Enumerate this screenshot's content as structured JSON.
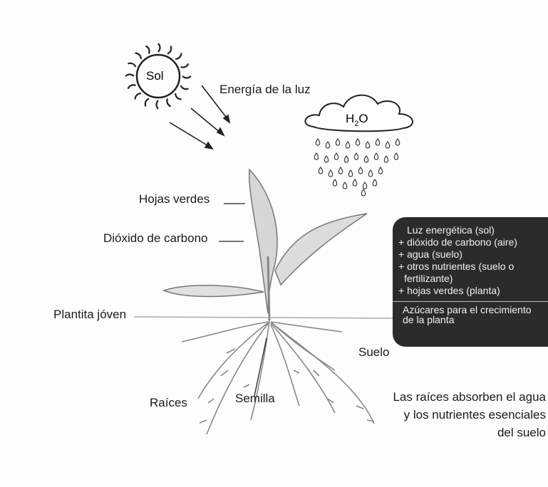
{
  "labels": {
    "sun": "Sol",
    "light": "Energía de la luz",
    "water": "H",
    "water_sub": "2",
    "water_o": "O",
    "leaves": "Hojas verdes",
    "co2": "Dióxido de carbono",
    "seedling": "Plantita jóven",
    "soil": "Suelo",
    "roots": "Raíces",
    "seed": "Semilla"
  },
  "box": {
    "line1": "Luz energética (sol)",
    "line2": "+ dióxido de carbono (aire)",
    "line3": "+ agua (suelo)",
    "line4a": "+ otros nutrientes (suelo o",
    "line4b": "fertilizante)",
    "line5": "+ hojas verdes (planta)",
    "result_a": "Azúcares para el crecimiento",
    "result_b": "de la planta"
  },
  "note": {
    "line1": "Las raíces absorben el agua",
    "line2": "y los nutrientes esenciales",
    "line3": "del suelo"
  }
}
